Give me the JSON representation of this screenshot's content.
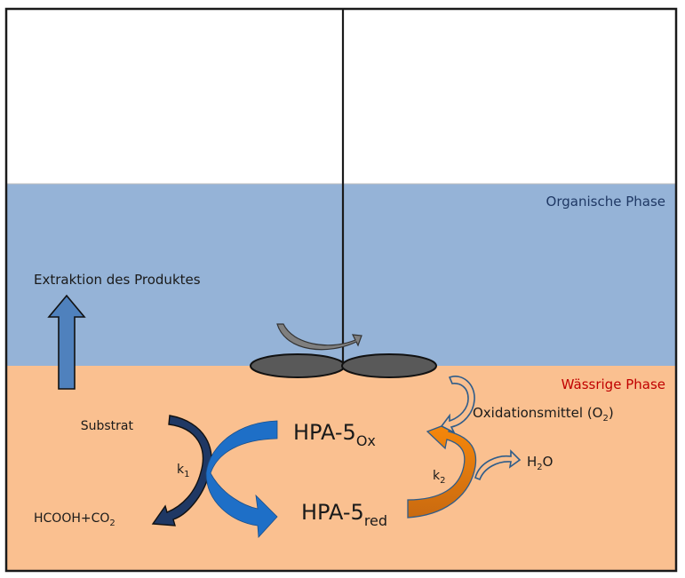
{
  "title": "Zweiphasensystem HPA-5 Oxidation",
  "colors": {
    "organic_phase": "#95b3d7",
    "aqueous_phase": "#fac090",
    "top_headspace": "#ffffff",
    "frame": "#1a1a1a",
    "organic_label": "#1f3864",
    "aqueous_label": "#c00000",
    "extraction_arrow": "#4f81bd",
    "impeller": "#595959",
    "rotation_arrow": "#7f7f7f",
    "substrate_arrow": "#1f3864",
    "hpa_reduction_arrow": "#1e6fc7",
    "oxidation_arrow_light": "#f8880a",
    "oxidation_arrow_dark": "#c96a10",
    "outline_arrow": "#2e5c8a",
    "text": "#1a1a1a"
  },
  "phases": {
    "organic": {
      "label": "Organische Phase"
    },
    "aqueous": {
      "label": "Wässrige Phase"
    }
  },
  "labels": {
    "extraction": "Extraktion des Produktes",
    "substrate": "Substrat",
    "k1": {
      "base": "k",
      "sub": "1"
    },
    "k2": {
      "base": "k",
      "sub": "2"
    },
    "byproduct": {
      "base": "HCOOH+CO",
      "sub": "2"
    },
    "hpa_ox": {
      "base": "HPA-5",
      "sub": "Ox"
    },
    "hpa_red": {
      "base": "HPA-5",
      "sub": "red"
    },
    "oxidant": {
      "base": "Oxidationsmittel (O",
      "sub": "2",
      "tail": ")"
    },
    "water": {
      "base": "H",
      "sub": "2",
      "tail": "O"
    }
  }
}
